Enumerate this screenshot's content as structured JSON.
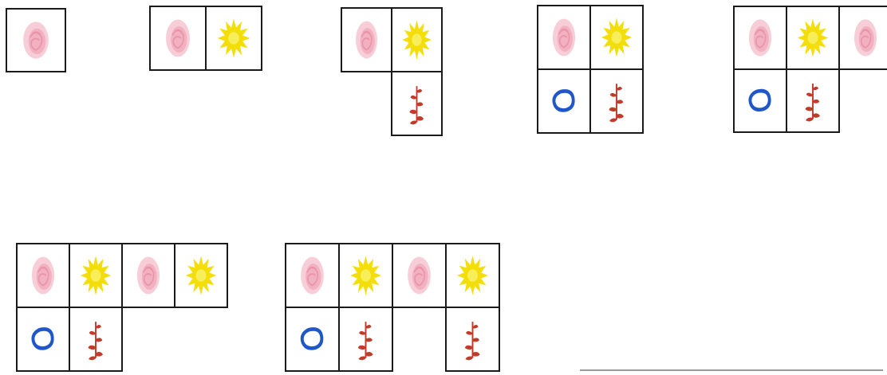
{
  "colors": {
    "rose": "#e98fa4",
    "rose_light": "#f6c9d3",
    "sun": "#f3de0a",
    "sun_center": "#f8ee5a",
    "ring": "#1f56c8",
    "plant": "#c23b2a",
    "border": "#1a1a1a",
    "line": "#9a9a9a"
  },
  "sequence": [
    {
      "step": 1,
      "rows": [
        [
          "rose"
        ]
      ]
    },
    {
      "step": 2,
      "rows": [
        [
          "rose",
          "sun"
        ]
      ]
    },
    {
      "step": 3,
      "rows": [
        [
          "rose",
          "sun"
        ],
        [
          null,
          "plant"
        ]
      ]
    },
    {
      "step": 4,
      "rows": [
        [
          "rose",
          "sun"
        ],
        [
          "ring",
          "plant"
        ]
      ]
    },
    {
      "step": 5,
      "rows": [
        [
          "rose",
          "sun",
          "rose"
        ],
        [
          "ring",
          "plant"
        ]
      ]
    },
    {
      "step": 6,
      "rows": [
        [
          "rose",
          "sun",
          "rose",
          "sun"
        ],
        [
          "ring",
          "plant"
        ]
      ]
    },
    {
      "step": 7,
      "rows": [
        [
          "rose",
          "sun",
          "rose",
          "sun"
        ],
        [
          "ring",
          "plant",
          null,
          "plant"
        ]
      ]
    }
  ],
  "answer_blank": {
    "shown": true
  }
}
